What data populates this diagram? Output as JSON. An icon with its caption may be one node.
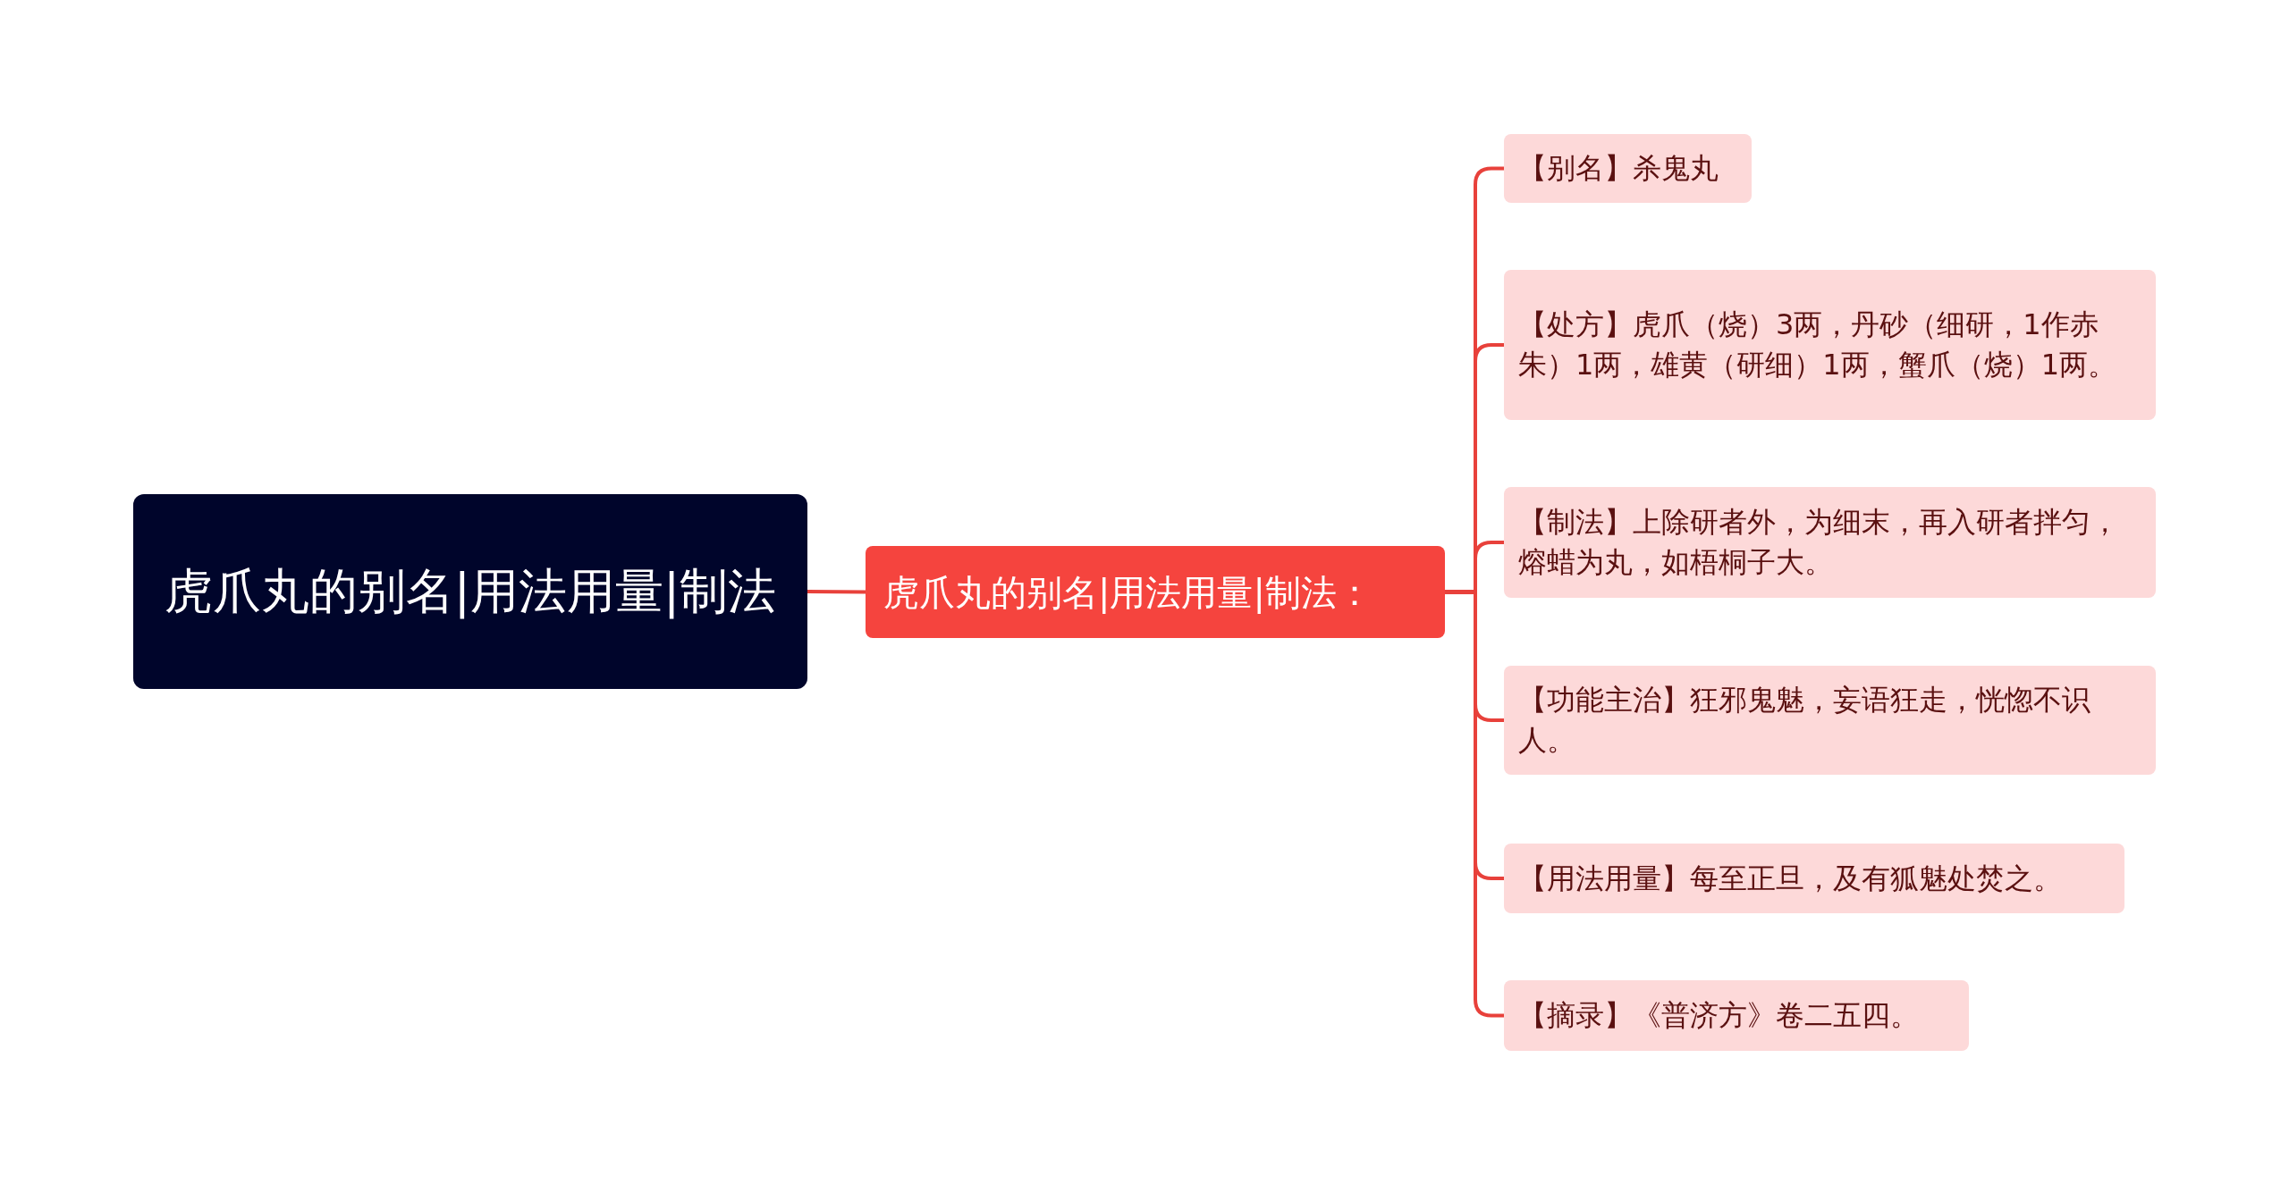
{
  "diagram": {
    "nodes": [
      {
        "text": [
          "虎爪丸的别名|用法用量|制法"
        ]
      },
      {
        "text": [
          "虎爪丸的别名|用法用量|制法："
        ]
      },
      {
        "text": [
          "【别名】杀鬼丸"
        ]
      },
      {
        "text": [
          "【处方】虎爪（烧）3两，丹砂（细研，1作赤朱）1两，雄黄（研细）1两，蟹爪（烧）1两。"
        ]
      },
      {
        "text": [
          "【制法】上除研者外，为细末，再入研者拌匀，熔蜡为丸，如梧桐子大。"
        ]
      },
      {
        "text": [
          "【功能主治】狂邪鬼魅，妄语狂走，恍惚不识人。"
        ]
      },
      {
        "text": [
          "【用法用量】每至正旦，及有狐魅处焚之。"
        ]
      },
      {
        "text": [
          "【摘录】《普济方》卷二五四。"
        ]
      }
    ],
    "edges": [
      {
        "from": 0,
        "to": 1,
        "arrow": "none"
      },
      {
        "from": 1,
        "to": 2,
        "arrow": "none"
      },
      {
        "from": 1,
        "to": 3,
        "arrow": "none"
      },
      {
        "from": 1,
        "to": 4,
        "arrow": "none"
      },
      {
        "from": 1,
        "to": 5,
        "arrow": "none"
      },
      {
        "from": 1,
        "to": 6,
        "arrow": "none"
      },
      {
        "from": 1,
        "to": 7,
        "arrow": "none"
      }
    ]
  }
}
